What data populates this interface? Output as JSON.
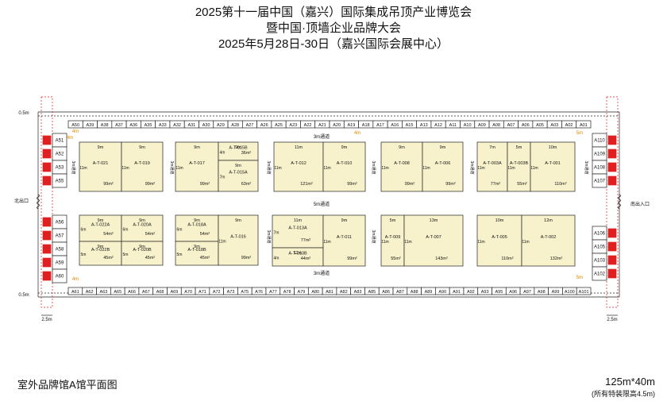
{
  "title": {
    "line1": "2025第十一届中国（嘉兴）国际集成吊顶产业博览会",
    "line2": "暨中国·顶墙企业品牌大会",
    "line3": "2025年5月28日-30日（嘉兴国际会展中心）"
  },
  "footer": {
    "left": "室外品牌馆A馆平面图",
    "size": "125m*40m",
    "note": "(所有特装限高4.5m)"
  },
  "dimensions": {
    "offset": "0.5m",
    "side": "2.5m",
    "edge_4m": "4m",
    "edge_5m": "5m"
  },
  "exits": {
    "north": "北出口",
    "south": "南出入口"
  },
  "corridors": {
    "three_m": "3m通道",
    "five_m": "5m通道"
  },
  "top_row": [
    "A50",
    "A39",
    "A38",
    "A37",
    "A36",
    "A35",
    "A33",
    "A32",
    "A31",
    "A30",
    "A29",
    "A28",
    "A27",
    "A26",
    "A25",
    "A23",
    "A22",
    "A21",
    "A20",
    "A19",
    "A18",
    "A17",
    "A16",
    "A15",
    "A13",
    "A12",
    "A11",
    "A10",
    "A09",
    "A08",
    "A07",
    "A06",
    "A05",
    "A03",
    "A02",
    "A01"
  ],
  "bottom_row": [
    "A61",
    "A62",
    "A63",
    "A65",
    "A66",
    "A67",
    "A68",
    "A69",
    "A70",
    "A71",
    "A72",
    "A73",
    "A75",
    "A76",
    "A77",
    "A78",
    "A79",
    "A80",
    "A81",
    "A82",
    "A83",
    "A85",
    "A86",
    "A87",
    "A88",
    "A89",
    "A90",
    "A91",
    "A92",
    "A93",
    "A95",
    "A96",
    "A97",
    "A98",
    "A99",
    "A100",
    "A101"
  ],
  "left_col_top": [
    "A51",
    "A52",
    "A53",
    "A55"
  ],
  "left_col_bottom": [
    "A56",
    "A57",
    "A58",
    "A59",
    "A60"
  ],
  "right_col_top": [
    "A110",
    "A109",
    "A108",
    "A107"
  ],
  "right_col_bottom": [
    "A106",
    "A105",
    "A103",
    "A102"
  ],
  "blocks": [
    {
      "name": "block-1",
      "booths": [
        {
          "label": "A-T-021",
          "area": "99m²",
          "w": "9m",
          "d": "11m"
        },
        {
          "label": "A-T-019",
          "area": "99m²",
          "w": "9m",
          "d": "11m"
        }
      ]
    },
    {
      "name": "block-2",
      "booths": [
        {
          "label": "A-T-017",
          "area": "99m²",
          "w": "9m",
          "d": "11m"
        },
        {
          "label": "A-T-015B",
          "area": "36m²",
          "w": "9m",
          "d": "4m"
        },
        {
          "label": "A-T-015A",
          "area": "63m²",
          "w": "9m",
          "d": "7m"
        }
      ]
    },
    {
      "name": "block-3",
      "booths": [
        {
          "label": "A-T-012",
          "area": "121m²",
          "w": "11m",
          "d": "11m"
        },
        {
          "label": "A-T-010",
          "area": "99m²",
          "w": "9m",
          "d": "11m"
        }
      ]
    },
    {
      "name": "block-4",
      "booths": [
        {
          "label": "A-T-008",
          "area": "99m²",
          "w": "9m",
          "d": "11m"
        },
        {
          "label": "A-T-006",
          "area": "99m²",
          "w": "9m",
          "d": "11m"
        }
      ]
    },
    {
      "name": "block-5",
      "booths": [
        {
          "label": "A-T-003A",
          "area": "77m²",
          "w": "7m",
          "d": "11m"
        },
        {
          "label": "A-T-003B",
          "area": "55m²",
          "w": "5m",
          "d": "11m"
        },
        {
          "label": "A-T-001",
          "area": "110m²",
          "w": "10m",
          "d": "11m"
        }
      ]
    },
    {
      "name": "block-6",
      "booths": [
        {
          "label": "A-T-022A",
          "area": "54m²",
          "w": "9m",
          "d": "6m"
        },
        {
          "label": "A-T-020A",
          "area": "54m²",
          "w": "9m",
          "d": "6m"
        },
        {
          "label": "A-T-022B",
          "area": "45m²",
          "w": "9m",
          "d": "5m"
        },
        {
          "label": "A-T-020B",
          "area": "45m²",
          "w": "9m",
          "d": "5m"
        }
      ]
    },
    {
      "name": "block-7",
      "booths": [
        {
          "label": "A-T-018A",
          "area": "54m²",
          "w": "9m",
          "d": "6m"
        },
        {
          "label": "A-T-018B",
          "area": "45m²",
          "w": "9m",
          "d": "5m"
        },
        {
          "label": "A-T-016",
          "area": "99m²",
          "w": "9m",
          "d": "11m"
        }
      ]
    },
    {
      "name": "block-8",
      "booths": [
        {
          "label": "A-T-013A",
          "area": "77m²",
          "w": "11m",
          "d": "7m"
        },
        {
          "label": "A-T-013B",
          "area": "44m²",
          "w": "11m",
          "d": "4m"
        },
        {
          "label": "A-T-011",
          "area": "99m²",
          "w": "9m",
          "d": "11m"
        }
      ]
    },
    {
      "name": "block-9",
      "booths": [
        {
          "label": "A-T-009",
          "area": "55m²",
          "w": "5m",
          "d": "11m"
        },
        {
          "label": "A-T-007",
          "area": "143m²",
          "w": "13m",
          "d": "11m"
        }
      ]
    },
    {
      "name": "block-10",
      "booths": [
        {
          "label": "A-T-005",
          "area": "110m²",
          "w": "10m",
          "d": "11m"
        },
        {
          "label": "A-T-002",
          "area": "132m²",
          "w": "12m",
          "d": "11m"
        }
      ]
    }
  ],
  "colors": {
    "booth_fill": "#f7f2cc",
    "red_mark": "#e02020",
    "orange": "#e08a00",
    "line": "#222222"
  }
}
